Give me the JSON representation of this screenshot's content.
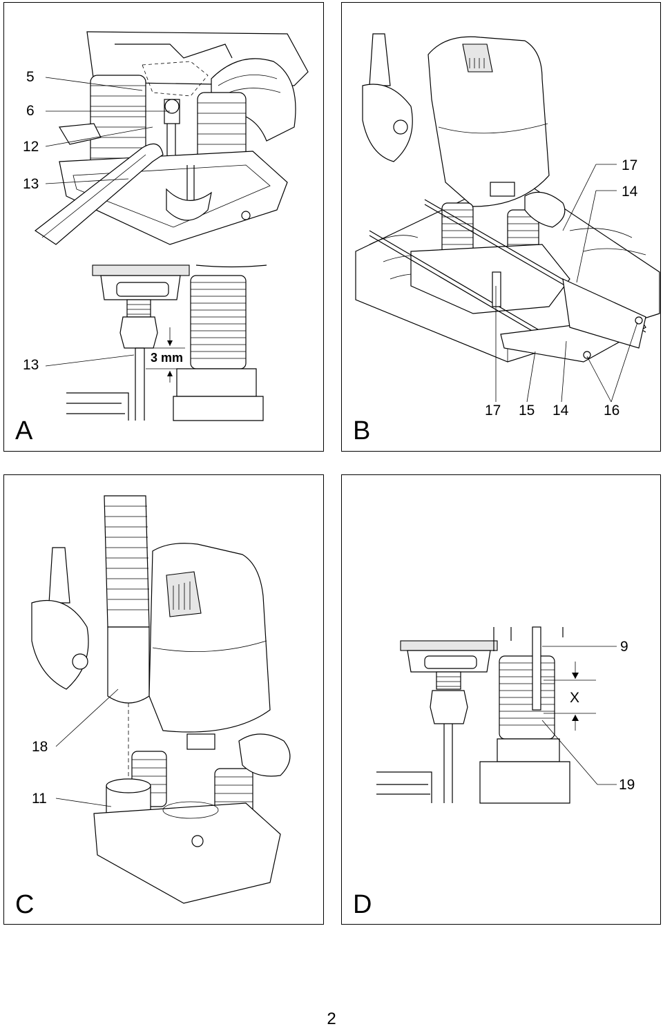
{
  "panels": {
    "a": {
      "letter": "A",
      "callouts": [
        "5",
        "6",
        "12",
        "13",
        "13"
      ],
      "dimension": "3 mm"
    },
    "b": {
      "letter": "B",
      "callouts_right": [
        "17",
        "14"
      ],
      "callouts_bottom": [
        "17",
        "15",
        "14",
        "16"
      ]
    },
    "c": {
      "letter": "C",
      "callouts": [
        "18",
        "11"
      ]
    },
    "d": {
      "letter": "D",
      "callouts": [
        "9",
        "19"
      ],
      "dimension": "X"
    }
  },
  "page_number": "2"
}
